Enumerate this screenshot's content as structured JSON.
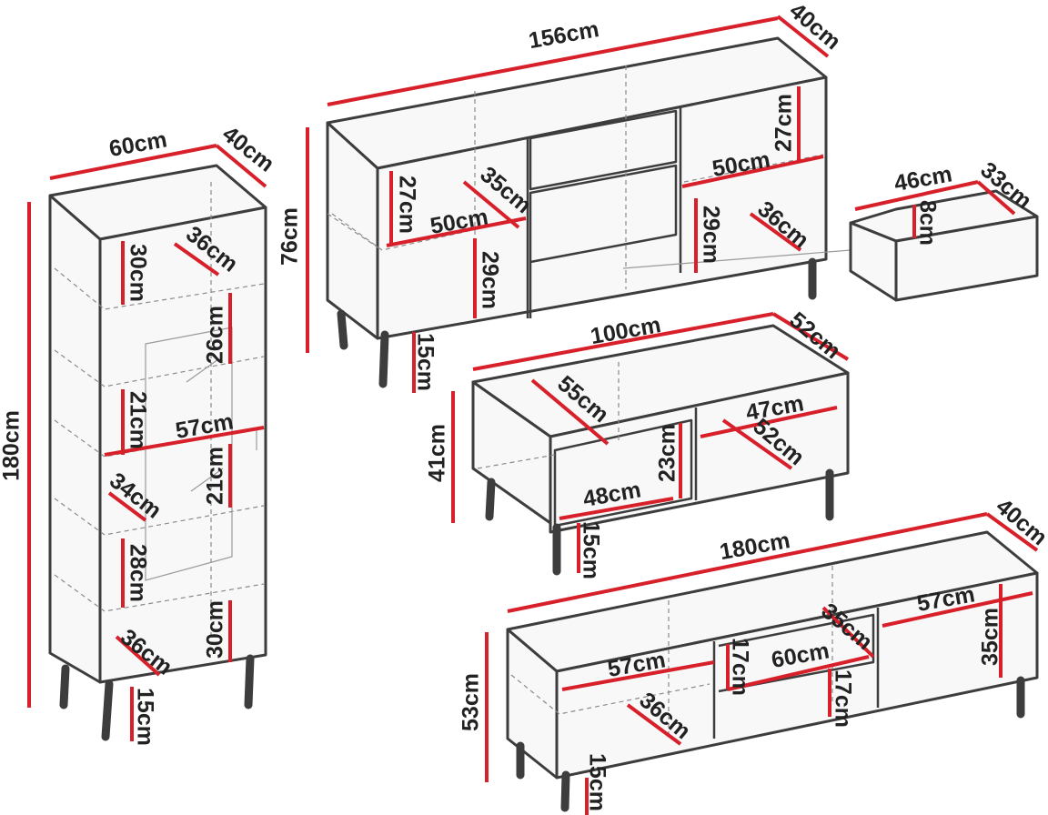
{
  "colors": {
    "dimension_line": "#d8202a",
    "outline": "#3d3d3d",
    "label": "#222222"
  },
  "tall_cabinet": {
    "width": "60cm",
    "depth": "40cm",
    "height": "180cm",
    "shelf_top": "30cm",
    "shelf_top_depth": "36cm",
    "glass_upper": "26cm",
    "shelf_mid": "21cm",
    "inner_width": "57cm",
    "glass_lower": "21cm",
    "shelf_depth_mid": "34cm",
    "shelf_low": "28cm",
    "bottom_depth": "36cm",
    "bottom_height": "30cm",
    "leg_height": "15cm"
  },
  "sideboard": {
    "width": "156cm",
    "depth": "40cm",
    "height": "76cm",
    "left_shelf_height": "27cm",
    "left_shelf_depth": "35cm",
    "left_shelf_width": "50cm",
    "left_lower_height": "29cm",
    "right_shelf_width": "50cm",
    "right_upper_height": "27cm",
    "right_lower_height": "29cm",
    "right_shelf_depth": "36cm",
    "leg_height": "15cm"
  },
  "drawer": {
    "width": "46cm",
    "depth": "33cm",
    "height": "8cm"
  },
  "coffee_table": {
    "width": "100cm",
    "depth": "52cm",
    "height": "41cm",
    "top_depth": "55cm",
    "shelf_width": "47cm",
    "shelf_depth": "52cm",
    "drawer_height": "23cm",
    "drawer_width": "48cm",
    "leg_height": "15cm"
  },
  "tv_stand": {
    "width": "180cm",
    "depth": "40cm",
    "height": "53cm",
    "right_width": "57cm",
    "right_height": "35cm",
    "mid_depth": "35cm",
    "mid_width": "60cm",
    "mid_upper_height": "17cm",
    "mid_lower_height": "17cm",
    "left_width": "57cm",
    "left_depth": "36cm",
    "leg_height": "15cm"
  }
}
